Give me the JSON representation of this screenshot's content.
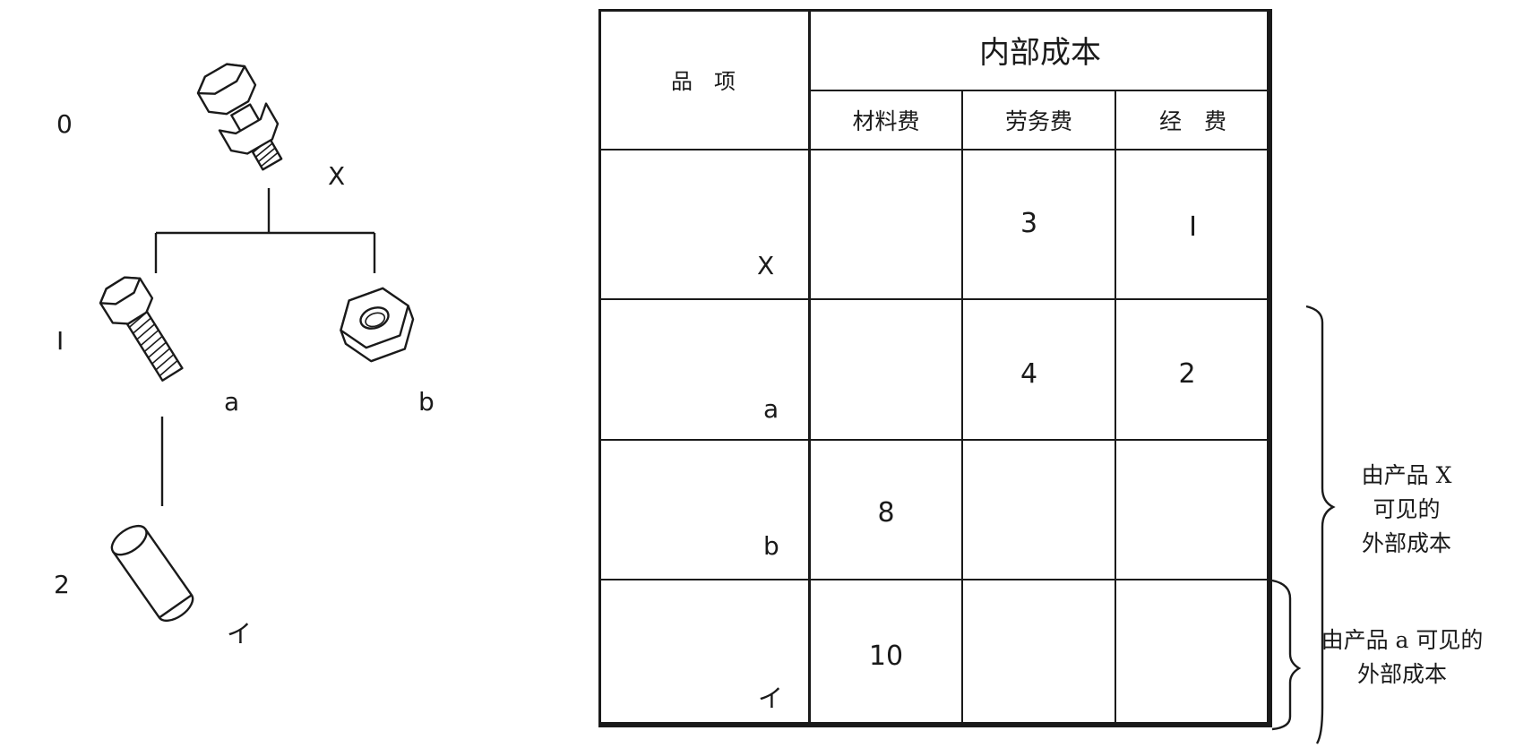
{
  "tree": {
    "levels": [
      "0",
      "I",
      "2"
    ],
    "labels": {
      "x": "X",
      "a": "a",
      "b": "b",
      "i": "イ"
    }
  },
  "table": {
    "header": {
      "item": "品　项",
      "group": "内部成本",
      "cols": [
        "材料费",
        "劳务费",
        "经　费"
      ]
    },
    "rows": [
      {
        "label": "X",
        "material": "",
        "labor": "3",
        "expense": "I"
      },
      {
        "label": "a",
        "material": "",
        "labor": "4",
        "expense": "2"
      },
      {
        "label": "b",
        "material": "8",
        "labor": "",
        "expense": ""
      },
      {
        "label": "イ",
        "material": "10",
        "labor": "",
        "expense": ""
      }
    ]
  },
  "notes": {
    "product_x": "由产品 X\n可见的\n外部成本",
    "product_a": "由产品 a 可见的\n外部成本"
  }
}
